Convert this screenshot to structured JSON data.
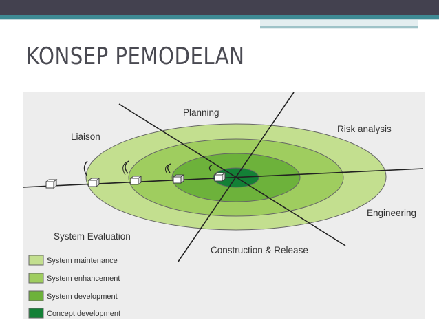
{
  "title": "KONSEP PEMODELAN",
  "diagram": {
    "labels": {
      "planning": "Planning",
      "risk_analysis": "Risk analysis",
      "liaison": "Liaison",
      "engineering": "Engineering",
      "system_evaluation": "System Evaluation",
      "construction_release": "Construction & Release"
    },
    "legend": [
      {
        "label": "System maintenance",
        "color": "#c3df8f"
      },
      {
        "label": "System enhancement",
        "color": "#9fcd5f"
      },
      {
        "label": "System development",
        "color": "#6db23b"
      },
      {
        "label": "Concept development",
        "color": "#138036"
      }
    ]
  }
}
